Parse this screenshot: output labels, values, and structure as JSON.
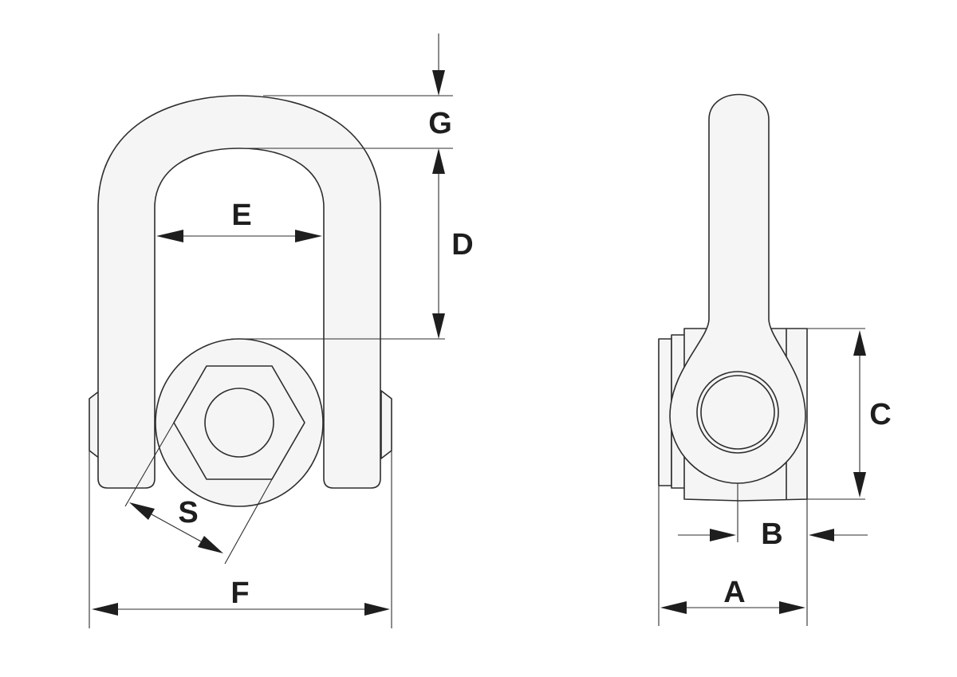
{
  "dimensions": {
    "A": "A",
    "B": "B",
    "C": "C",
    "D": "D",
    "E": "E",
    "F": "F",
    "G": "G",
    "S": "S"
  },
  "colors": {
    "line": "#2e2e2e",
    "fill": "#f5f5f5",
    "text": "#1e1e1e"
  }
}
